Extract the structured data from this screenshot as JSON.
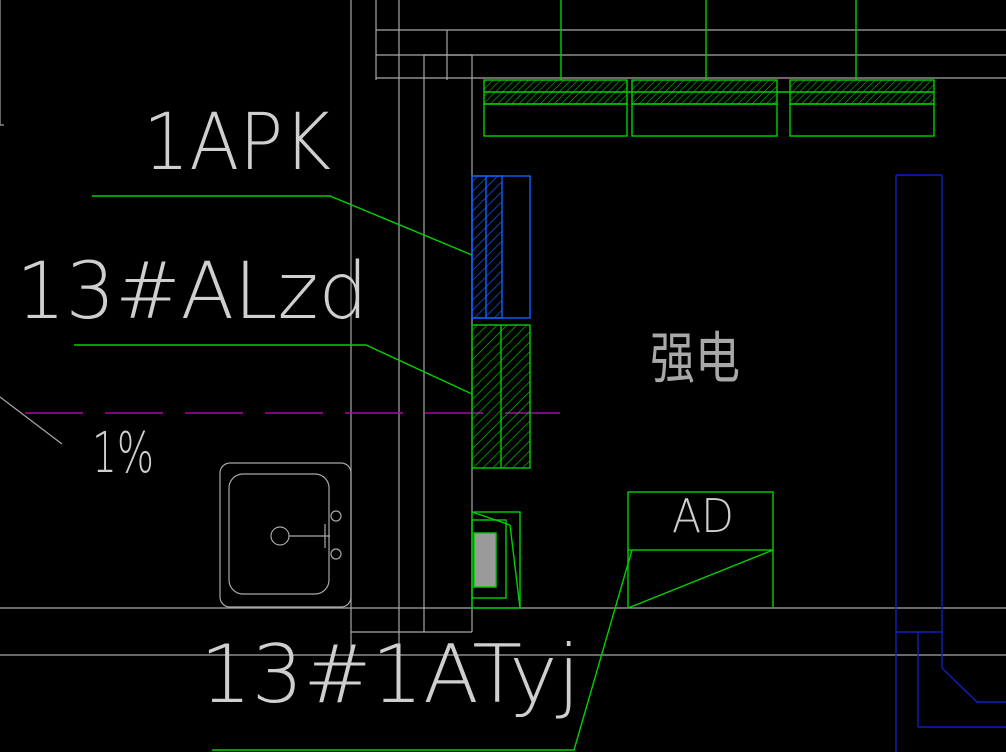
{
  "drawing": {
    "background": "#000000",
    "colors": {
      "white": "#cfcfcf",
      "gray": "#a8a8a8",
      "green": "#00d000",
      "blue": "#1060ff",
      "navy": "#1020c0",
      "magenta": "#b000b0",
      "fill_gray": "#9a9a9a"
    }
  },
  "labels": {
    "apk": "1APK",
    "alzd": "13#ALzd",
    "slope": "1%",
    "room": "强电",
    "ad": "AD",
    "atyj": "13#1ATyj"
  },
  "symbols": {
    "sink": "washbasin-icon"
  }
}
